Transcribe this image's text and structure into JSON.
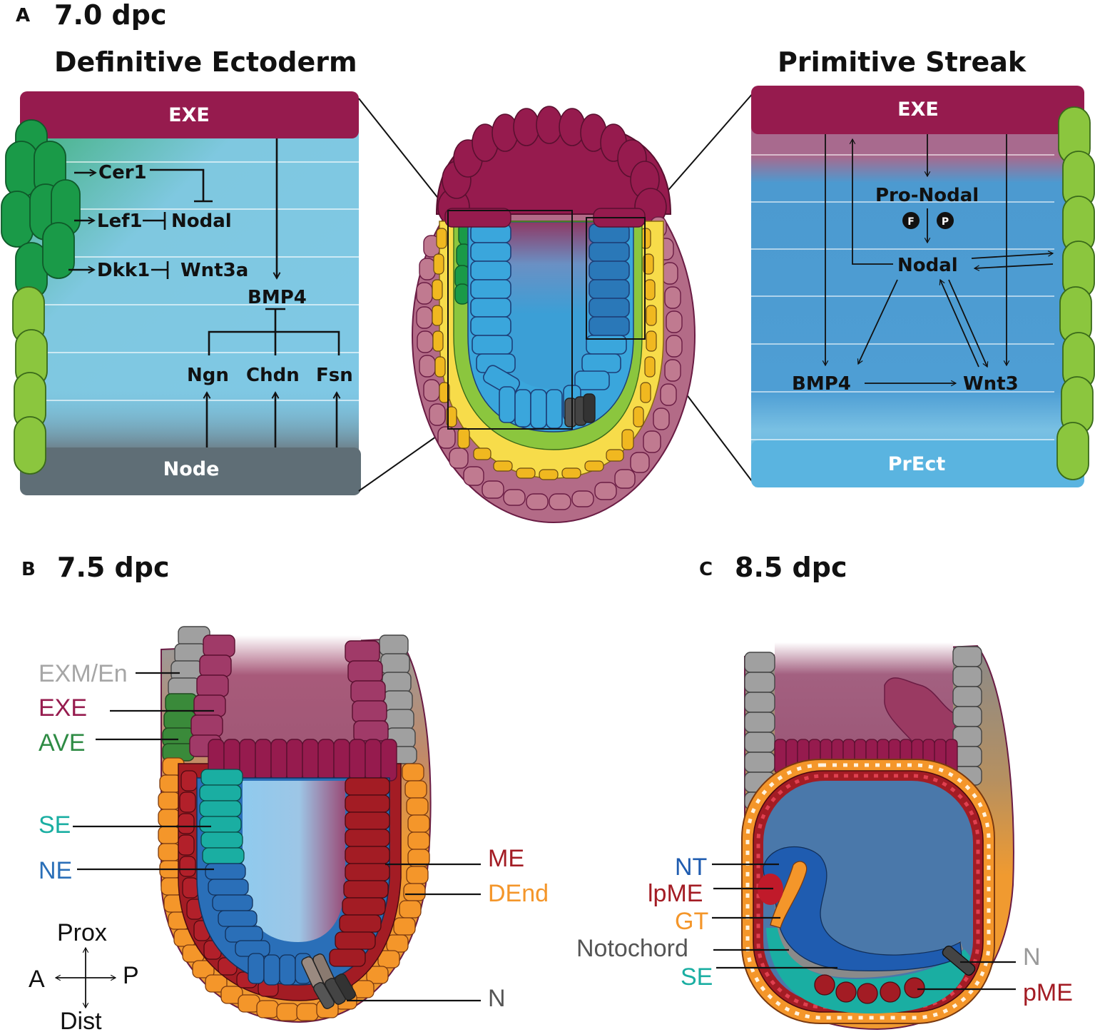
{
  "panelA": {
    "letter": "A",
    "stage": "7.0 dpc",
    "left": {
      "title": "Definitive Ectoderm",
      "top_bar": "EXE",
      "bottom_bar": "Node",
      "genes": {
        "cer1": "Cer1",
        "lef1": "Lef1",
        "nodal": "Nodal",
        "dkk1": "Dkk1",
        "wnt3a": "Wnt3a",
        "bmp4": "BMP4",
        "ngn": "Ngn",
        "chdn": "Chdn",
        "fsn": "Fsn"
      }
    },
    "right": {
      "title": "Primitive Streak",
      "top_bar": "EXE",
      "bottom_bar": "PrEct",
      "genes": {
        "pronodal": "Pro-Nodal",
        "f": "F",
        "p": "P",
        "nodal": "Nodal",
        "bmp4": "BMP4",
        "wnt3": "Wnt3"
      }
    }
  },
  "panelB": {
    "letter": "B",
    "stage": "7.5 dpc",
    "labels": {
      "exm_en": "EXM/En",
      "exe": "EXE",
      "ave": "AVE",
      "se": "SE",
      "ne": "NE",
      "me": "ME",
      "dend": "DEnd",
      "n": "N"
    },
    "axes": {
      "prox": "Prox",
      "dist": "Dist",
      "a": "A",
      "p": "P"
    }
  },
  "panelC": {
    "letter": "C",
    "stage": "8.5 dpc",
    "labels": {
      "nt": "NT",
      "lpme": "lpME",
      "gt": "GT",
      "notochord": "Notochord",
      "se": "SE",
      "n": "N",
      "pme": "pME"
    }
  },
  "colors": {
    "exe": "#961b4e",
    "dend": "#f4962a",
    "me": "#a31c24",
    "ne": "#2a6fb8",
    "se": "#1aaea2",
    "ave": "#2e8b44",
    "exm": "#a0a0a0",
    "node": "#5f6e76",
    "gt": "#f4962a",
    "nt": "#1f5cb0"
  }
}
